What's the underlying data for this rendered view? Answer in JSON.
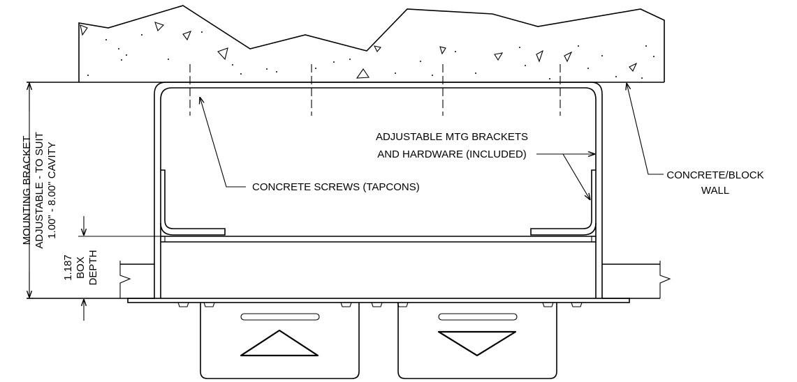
{
  "labels": {
    "mounting_bracket_line1": "MOUNTING BRACKET",
    "mounting_bracket_line2": "ADJUSTABLE - TO SUIT",
    "mounting_bracket_line3": "1.00\" - 8.00\" CAVITY",
    "box_depth_line1": "1.187",
    "box_depth_line2": "BOX",
    "box_depth_line3": "DEPTH",
    "brackets_line1": "ADJUSTABLE MTG BRACKETS",
    "brackets_line2": "AND HARDWARE (INCLUDED)",
    "concrete_screws": "CONCRETE SCREWS (TAPCONS)",
    "wall_line1": "CONCRETE/BLOCK",
    "wall_line2": "WALL"
  },
  "icons": {
    "left_button": "up-triangle-icon",
    "right_button": "down-triangle-icon"
  }
}
